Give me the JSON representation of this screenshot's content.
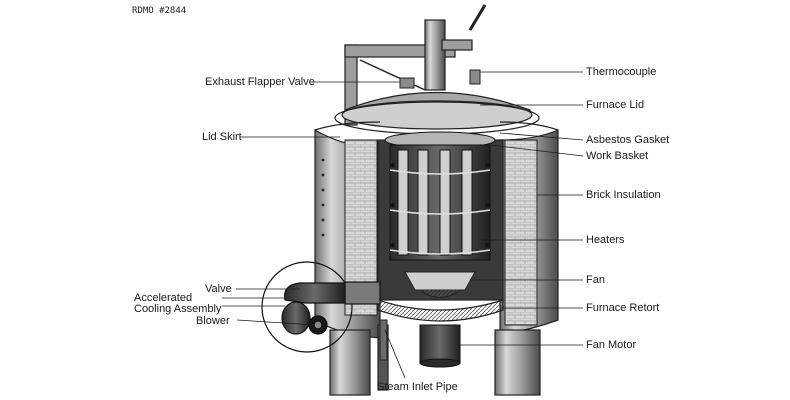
{
  "document_id": "RDMO #2844",
  "labels": {
    "exhaust_flapper_valve": "Exhaust Flapper Valve",
    "lid_skirt": "Lid Skirt",
    "valve": "Valve",
    "accelerated_cooling_line1": "Accelerated",
    "accelerated_cooling_line2": "Cooling Assembly",
    "blower": "Blower",
    "steam_inlet_pipe": "Steam Inlet Pipe",
    "thermocouple": "Thermocouple",
    "furnace_lid": "Furnace Lid",
    "asbestos_gasket": "Asbestos Gasket",
    "work_basket": "Work Basket",
    "brick_insulation": "Brick Insulation",
    "heaters": "Heaters",
    "fan": "Fan",
    "furnace_retort": "Furnace Retort",
    "fan_motor": "Fan Motor"
  },
  "colors": {
    "ink": "#1a1a1a",
    "shade": "#555555",
    "light": "#bdbdbd",
    "paper": "#ffffff"
  }
}
